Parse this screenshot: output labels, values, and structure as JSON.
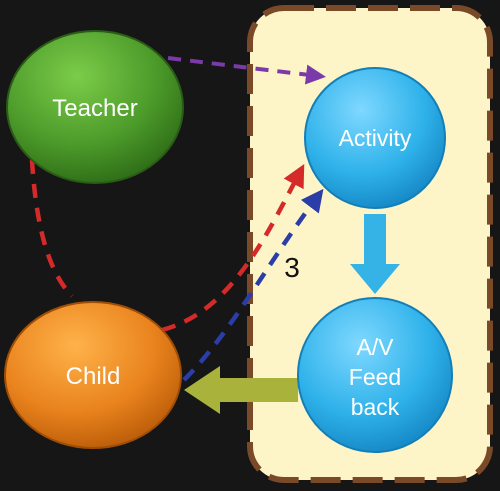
{
  "nodes": {
    "teacher": {
      "label": "Teacher",
      "color": "#4c9a2a"
    },
    "child": {
      "label": "Child",
      "color": "#e9831d"
    },
    "activity": {
      "label": "Activity",
      "color": "#2fb2ea"
    },
    "feedback": {
      "label_lines": [
        "A/V",
        "Feed",
        "back"
      ],
      "color": "#2fb2ea"
    }
  },
  "annotation": {
    "text": "3"
  },
  "container": {
    "fill": "#fdf4c7",
    "border": "#7a4a28"
  },
  "connector_colors": {
    "teacher_activity": "#7a3aa8",
    "teacher_child": "#d42a2a",
    "child_activity_red": "#d42a2a",
    "child_activity_blue": "#2b3ea8",
    "activity_feedback": "#35b2e6",
    "feedback_child": "#a9b23a"
  }
}
